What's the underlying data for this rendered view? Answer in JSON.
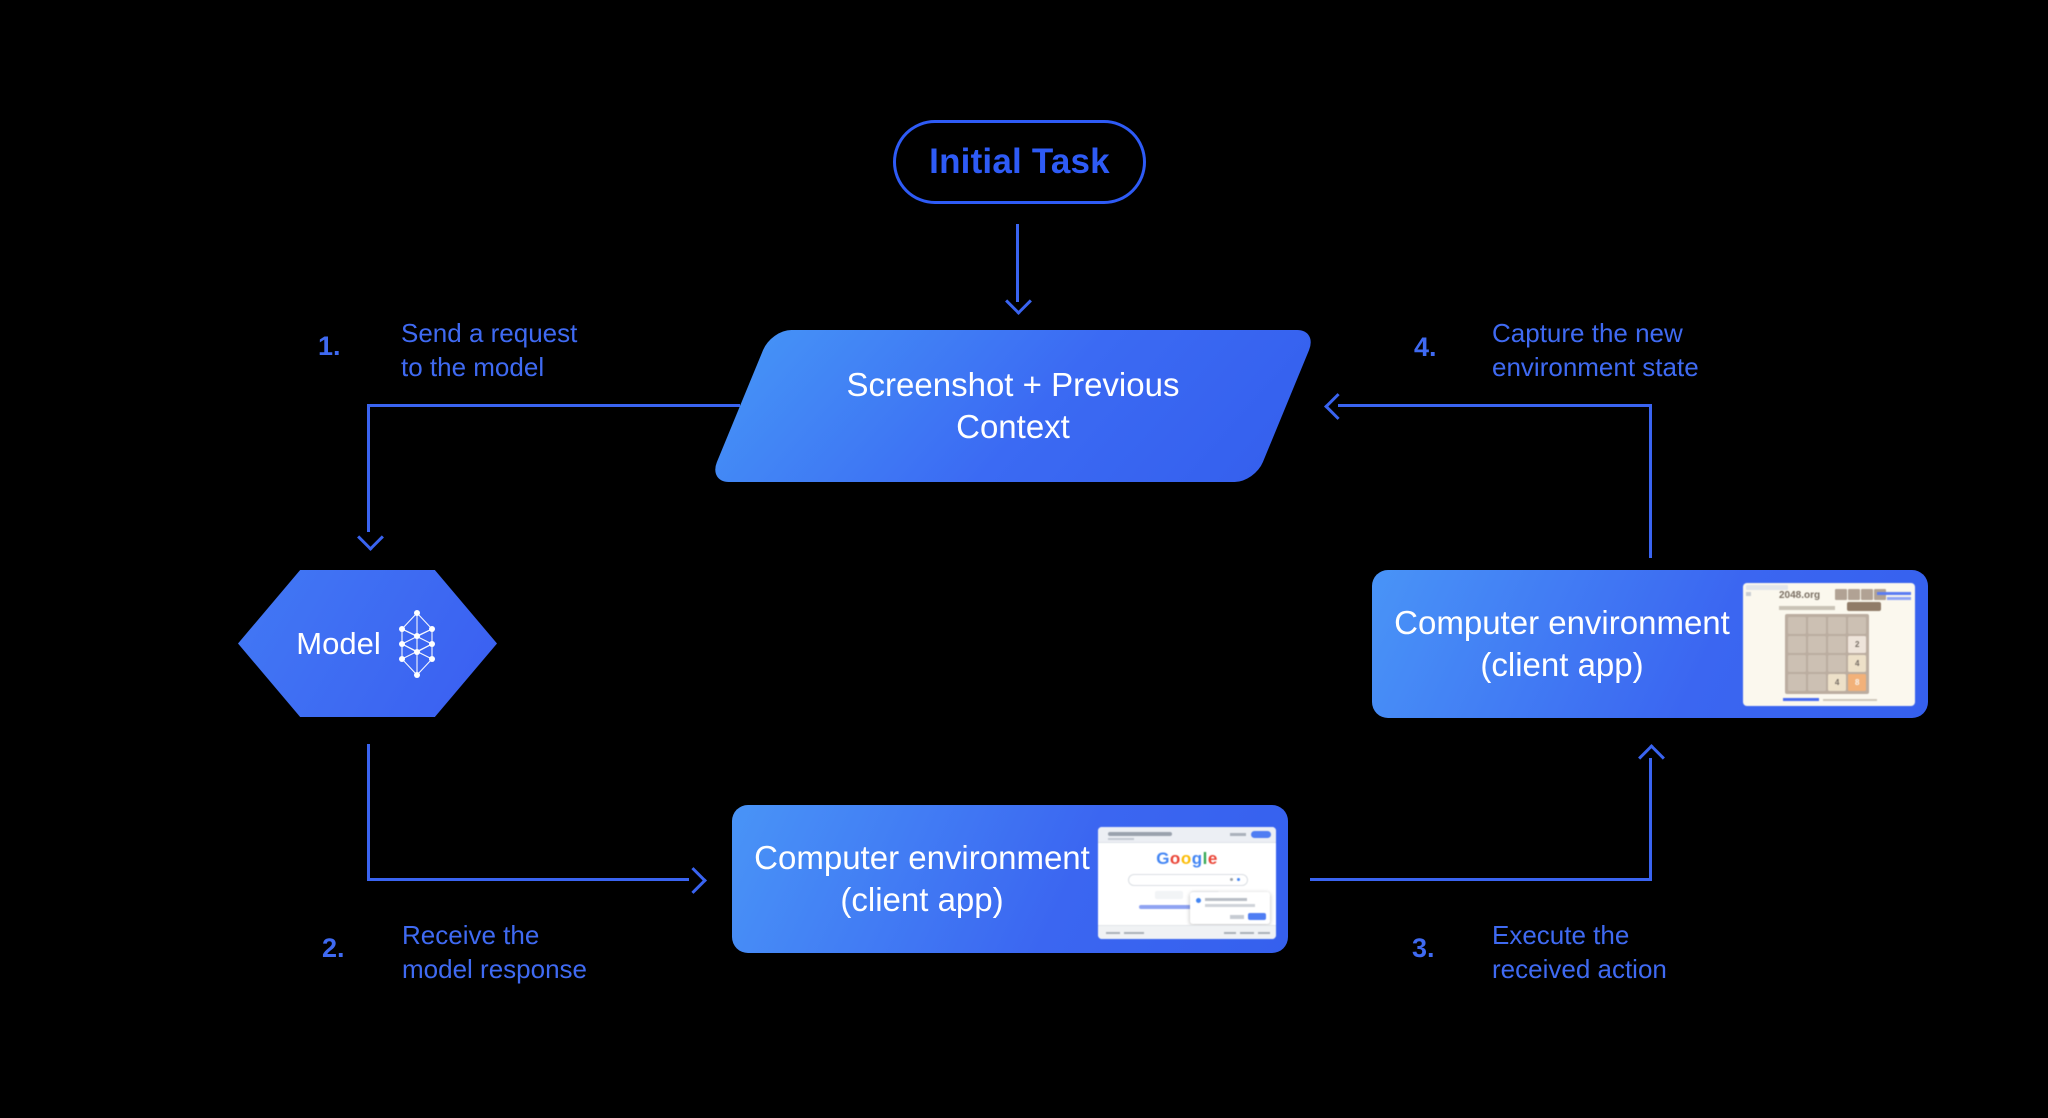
{
  "title_node": {
    "label": "Initial Task"
  },
  "context_node": {
    "line1": "Screenshot + Previous",
    "line2": "Context"
  },
  "model_node": {
    "label": "Model"
  },
  "env_node_bottom": {
    "line1": "Computer environment",
    "line2": "(client app)"
  },
  "env_node_right": {
    "line1": "Computer environment",
    "line2": "(client app)"
  },
  "steps": [
    {
      "num": "1.",
      "line1": "Send a request",
      "line2": "to the model"
    },
    {
      "num": "2.",
      "line1": "Receive the",
      "line2": "model response"
    },
    {
      "num": "3.",
      "line1": "Execute the",
      "line2": "received action"
    },
    {
      "num": "4.",
      "line1": "Capture the new",
      "line2": "environment state"
    }
  ],
  "google_mini": {
    "logo_letters": [
      "G",
      "o",
      "o",
      "g",
      "l",
      "e"
    ]
  },
  "game_mini": {
    "site": "2048.org",
    "tiles": [
      "2",
      "4",
      "4",
      "8"
    ]
  },
  "colors": {
    "background": "#000000",
    "accent_blue": "#2e5bf6",
    "line_blue": "#3a64f1",
    "shape_gradient_start": "#4591f6",
    "shape_gradient_end": "#3560ee",
    "tile_orange": "#f2b179"
  }
}
